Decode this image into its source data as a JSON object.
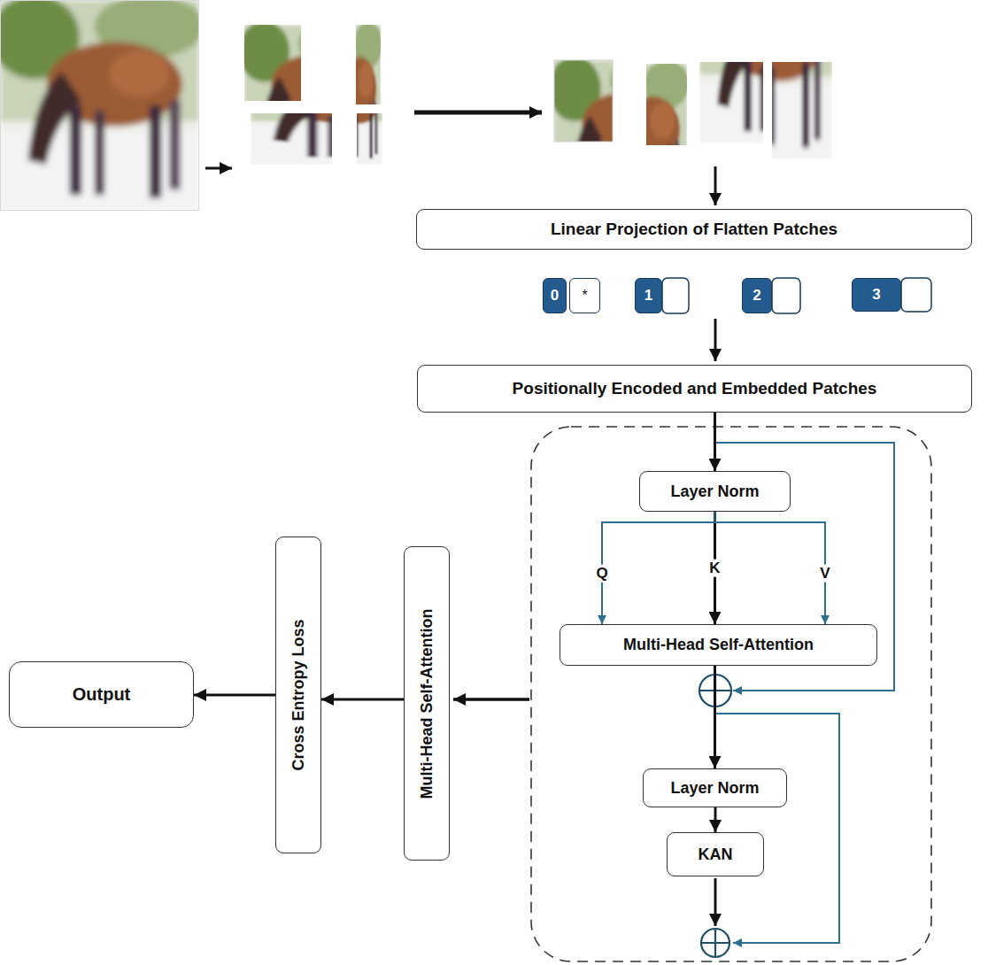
{
  "diagram": {
    "nodes": [
      {
        "text": [
          "Linear Projection of Flatten Patches"
        ]
      },
      {
        "text": [
          "0"
        ]
      },
      {
        "text": [
          "*"
        ]
      },
      {
        "text": [
          "1"
        ]
      },
      {
        "text": [
          "2"
        ]
      },
      {
        "text": [
          "3"
        ]
      },
      {
        "text": [
          "Positionally Encoded and Embedded Patches"
        ]
      },
      {
        "text": [
          "Layer Norm"
        ]
      },
      {
        "text": [
          "Multi-Head Self-Attention"
        ]
      },
      {
        "text": [
          "Layer Norm"
        ]
      },
      {
        "text": [
          "KAN"
        ]
      },
      {
        "text": [
          "Multi-Head Self-Attention"
        ]
      },
      {
        "text": [
          "Cross Entropy Loss"
        ]
      },
      {
        "text": [
          "Output"
        ]
      }
    ],
    "edges": [
      {
        "from": 6,
        "to": 7,
        "arrow": "to"
      },
      {
        "from": 7,
        "to": 8,
        "label": "Q",
        "arrow": "to"
      },
      {
        "from": 7,
        "to": 8,
        "label": "K",
        "arrow": "to"
      },
      {
        "from": 7,
        "to": 8,
        "label": "V",
        "arrow": "to"
      },
      {
        "from": 8,
        "to": 9,
        "arrow": "to"
      },
      {
        "from": 9,
        "to": 10,
        "arrow": "to"
      },
      {
        "from": 11,
        "to": 12,
        "arrow": "to"
      },
      {
        "from": 12,
        "to": 13,
        "arrow": "to"
      }
    ]
  }
}
